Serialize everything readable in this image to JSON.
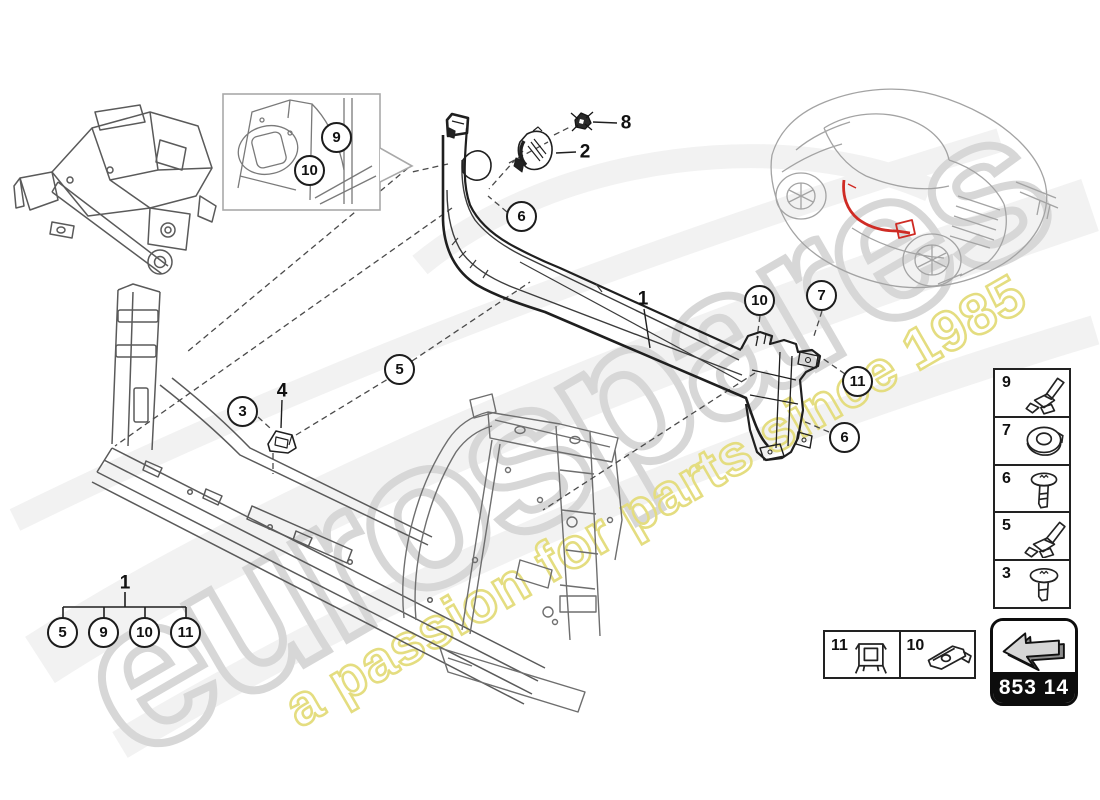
{
  "watermark": {
    "brand": "eurospares",
    "tagline": "a passion for parts since 1985",
    "brand_color": "#d7d7d7",
    "tagline_color": "#e4dd80"
  },
  "diagram": {
    "title_hint": "lamborghini side member / sill panel exploded parts diagram",
    "labels": {
      "l1": "1",
      "l2": "2",
      "l4": "4",
      "l8": "8"
    },
    "callouts": {
      "c6_front": "6",
      "c5": "5",
      "c3": "3",
      "c10_end": "10",
      "c7_end": "7",
      "c11_end": "11",
      "c6_end": "6"
    },
    "inset": {
      "c9": "9",
      "c10": "10"
    },
    "group_tree": {
      "parent": "1",
      "children": [
        "5",
        "9",
        "10",
        "11"
      ]
    },
    "vehicle_thumb": {
      "icon": "car-location-icon",
      "highlight_color": "#cf2b24"
    }
  },
  "legend": {
    "side_items": [
      {
        "label": "9",
        "icon": "wedge-clip-icon"
      },
      {
        "label": "7",
        "icon": "grommet-icon"
      },
      {
        "label": "6",
        "icon": "screw-icon"
      },
      {
        "label": "5",
        "icon": "wedge-clip-icon"
      },
      {
        "label": "3",
        "icon": "screw-icon"
      }
    ],
    "bottom_items": [
      {
        "label": "11",
        "icon": "retainer-clip-icon"
      },
      {
        "label": "10",
        "icon": "bracket-icon"
      }
    ]
  },
  "badge": {
    "code": "853 14",
    "icon": "direction-arrow-icon"
  },
  "colors": {
    "line_dark": "#1f1f1f",
    "line_frame": "#5a5a5a",
    "line_housing": "#6e6e6e",
    "line_car": "#a3a3a3",
    "accent_red": "#cf2b24"
  }
}
